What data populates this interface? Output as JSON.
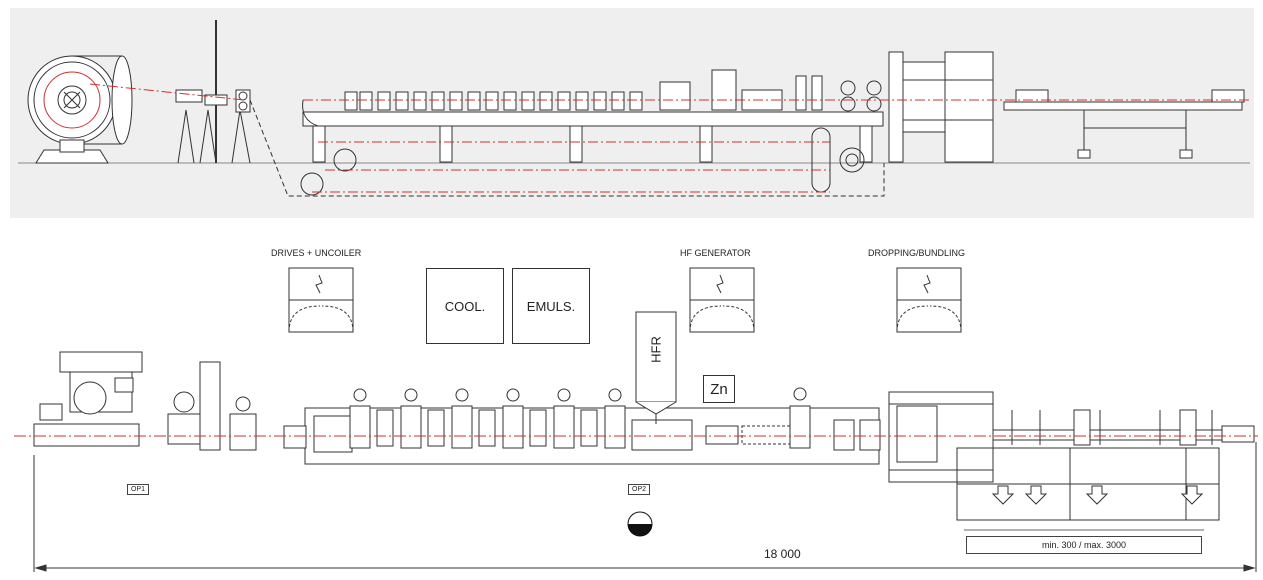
{
  "labels": {
    "drives_uncoiler": "DRIVES + UNCOILER",
    "hf_generator": "HF GENERATOR",
    "dropping_bundling": "DROPPING/BUNDLING",
    "cool": "COOL.",
    "emuls": "EMULS.",
    "hfr": "HFR",
    "zn": "Zn",
    "op1": "OP1",
    "op2": "OP2",
    "length": "18 000",
    "range": "min. 300 / max. 3000"
  },
  "colors": {
    "panel": "#efefef",
    "line": "#333333",
    "centerline": "#d0312d"
  }
}
